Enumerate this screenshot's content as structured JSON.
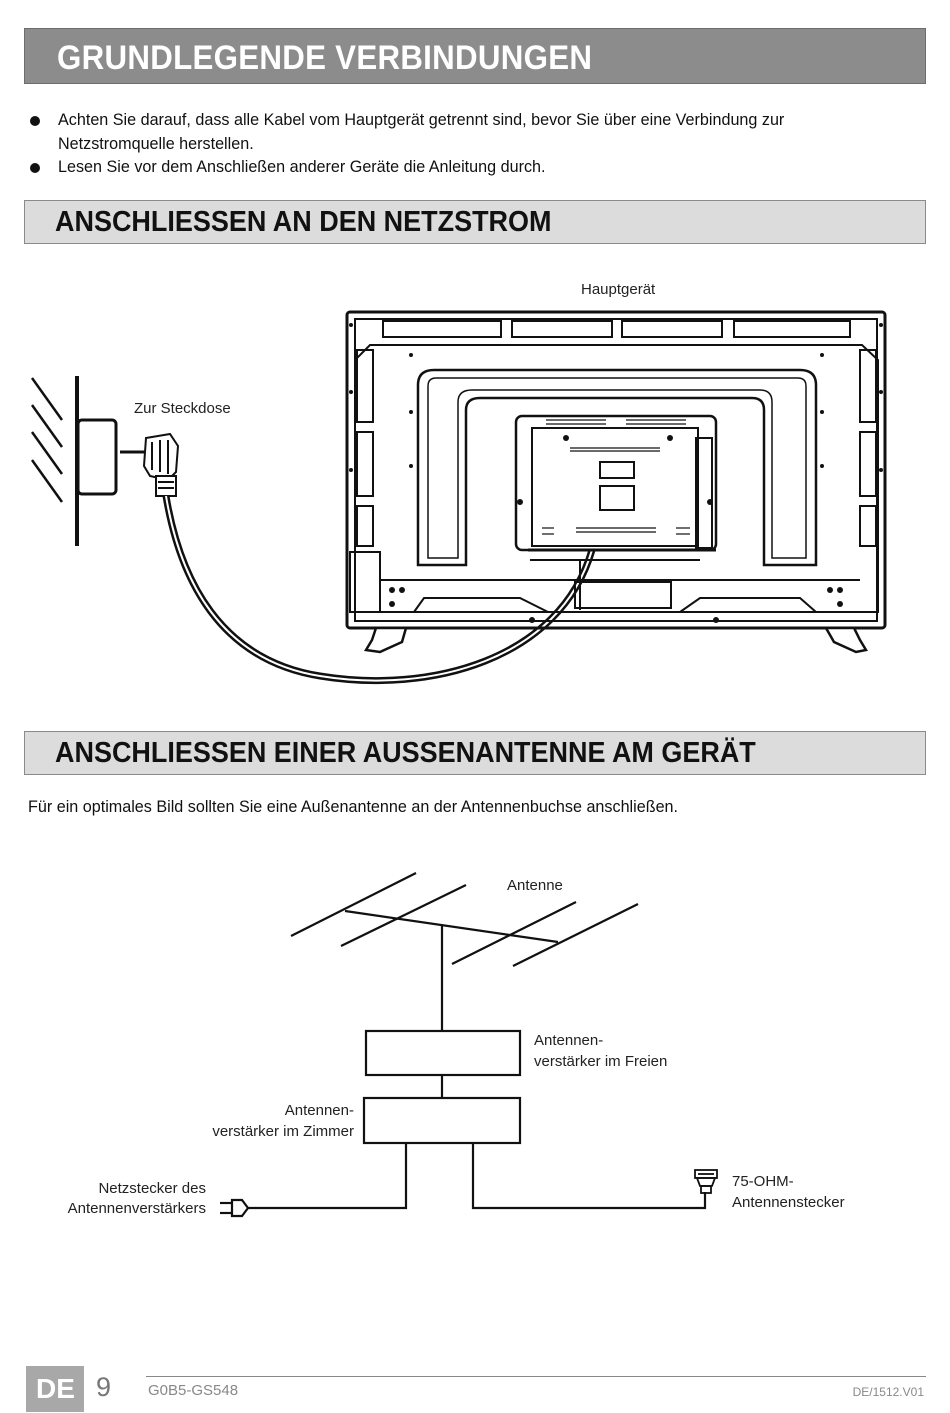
{
  "title": "GRUNDLEGENDE VERBINDUNGEN",
  "bullets": [
    "Achten Sie darauf, dass alle Kabel vom Hauptgerät getrennt sind, bevor Sie über eine Verbindung zur Netzstromquelle herstellen.",
    "Lesen Sie vor dem Anschließen anderer Geräte die Anleitung durch."
  ],
  "section_power": {
    "heading": "ANSCHLIESSEN AN DEN NETZSTROM",
    "label_main_unit": "Hauptgerät",
    "label_socket": "Zur Steckdose"
  },
  "section_antenna": {
    "heading": "ANSCHLIESSEN EINER AUSSENANTENNE AM GERÄT",
    "intro": "Für ein optimales Bild sollten Sie eine Außenantenne an der Antennenbuchse anschließen.",
    "label_antenna": "Antenne",
    "label_outdoor_amp_1": "Antennen-",
    "label_outdoor_amp_2": "verstärker im Freien",
    "label_indoor_amp_1": "Antennen-",
    "label_indoor_amp_2": "verstärker im Zimmer",
    "label_plug_1": "Netzstecker des",
    "label_plug_2": "Antennenverstärkers",
    "label_connector_1": "75-OHM-",
    "label_connector_2": "Antennenstecker"
  },
  "footer": {
    "lang": "DE",
    "page": "9",
    "model": "G0B5-GS548",
    "code": "DE/1512.V01"
  }
}
